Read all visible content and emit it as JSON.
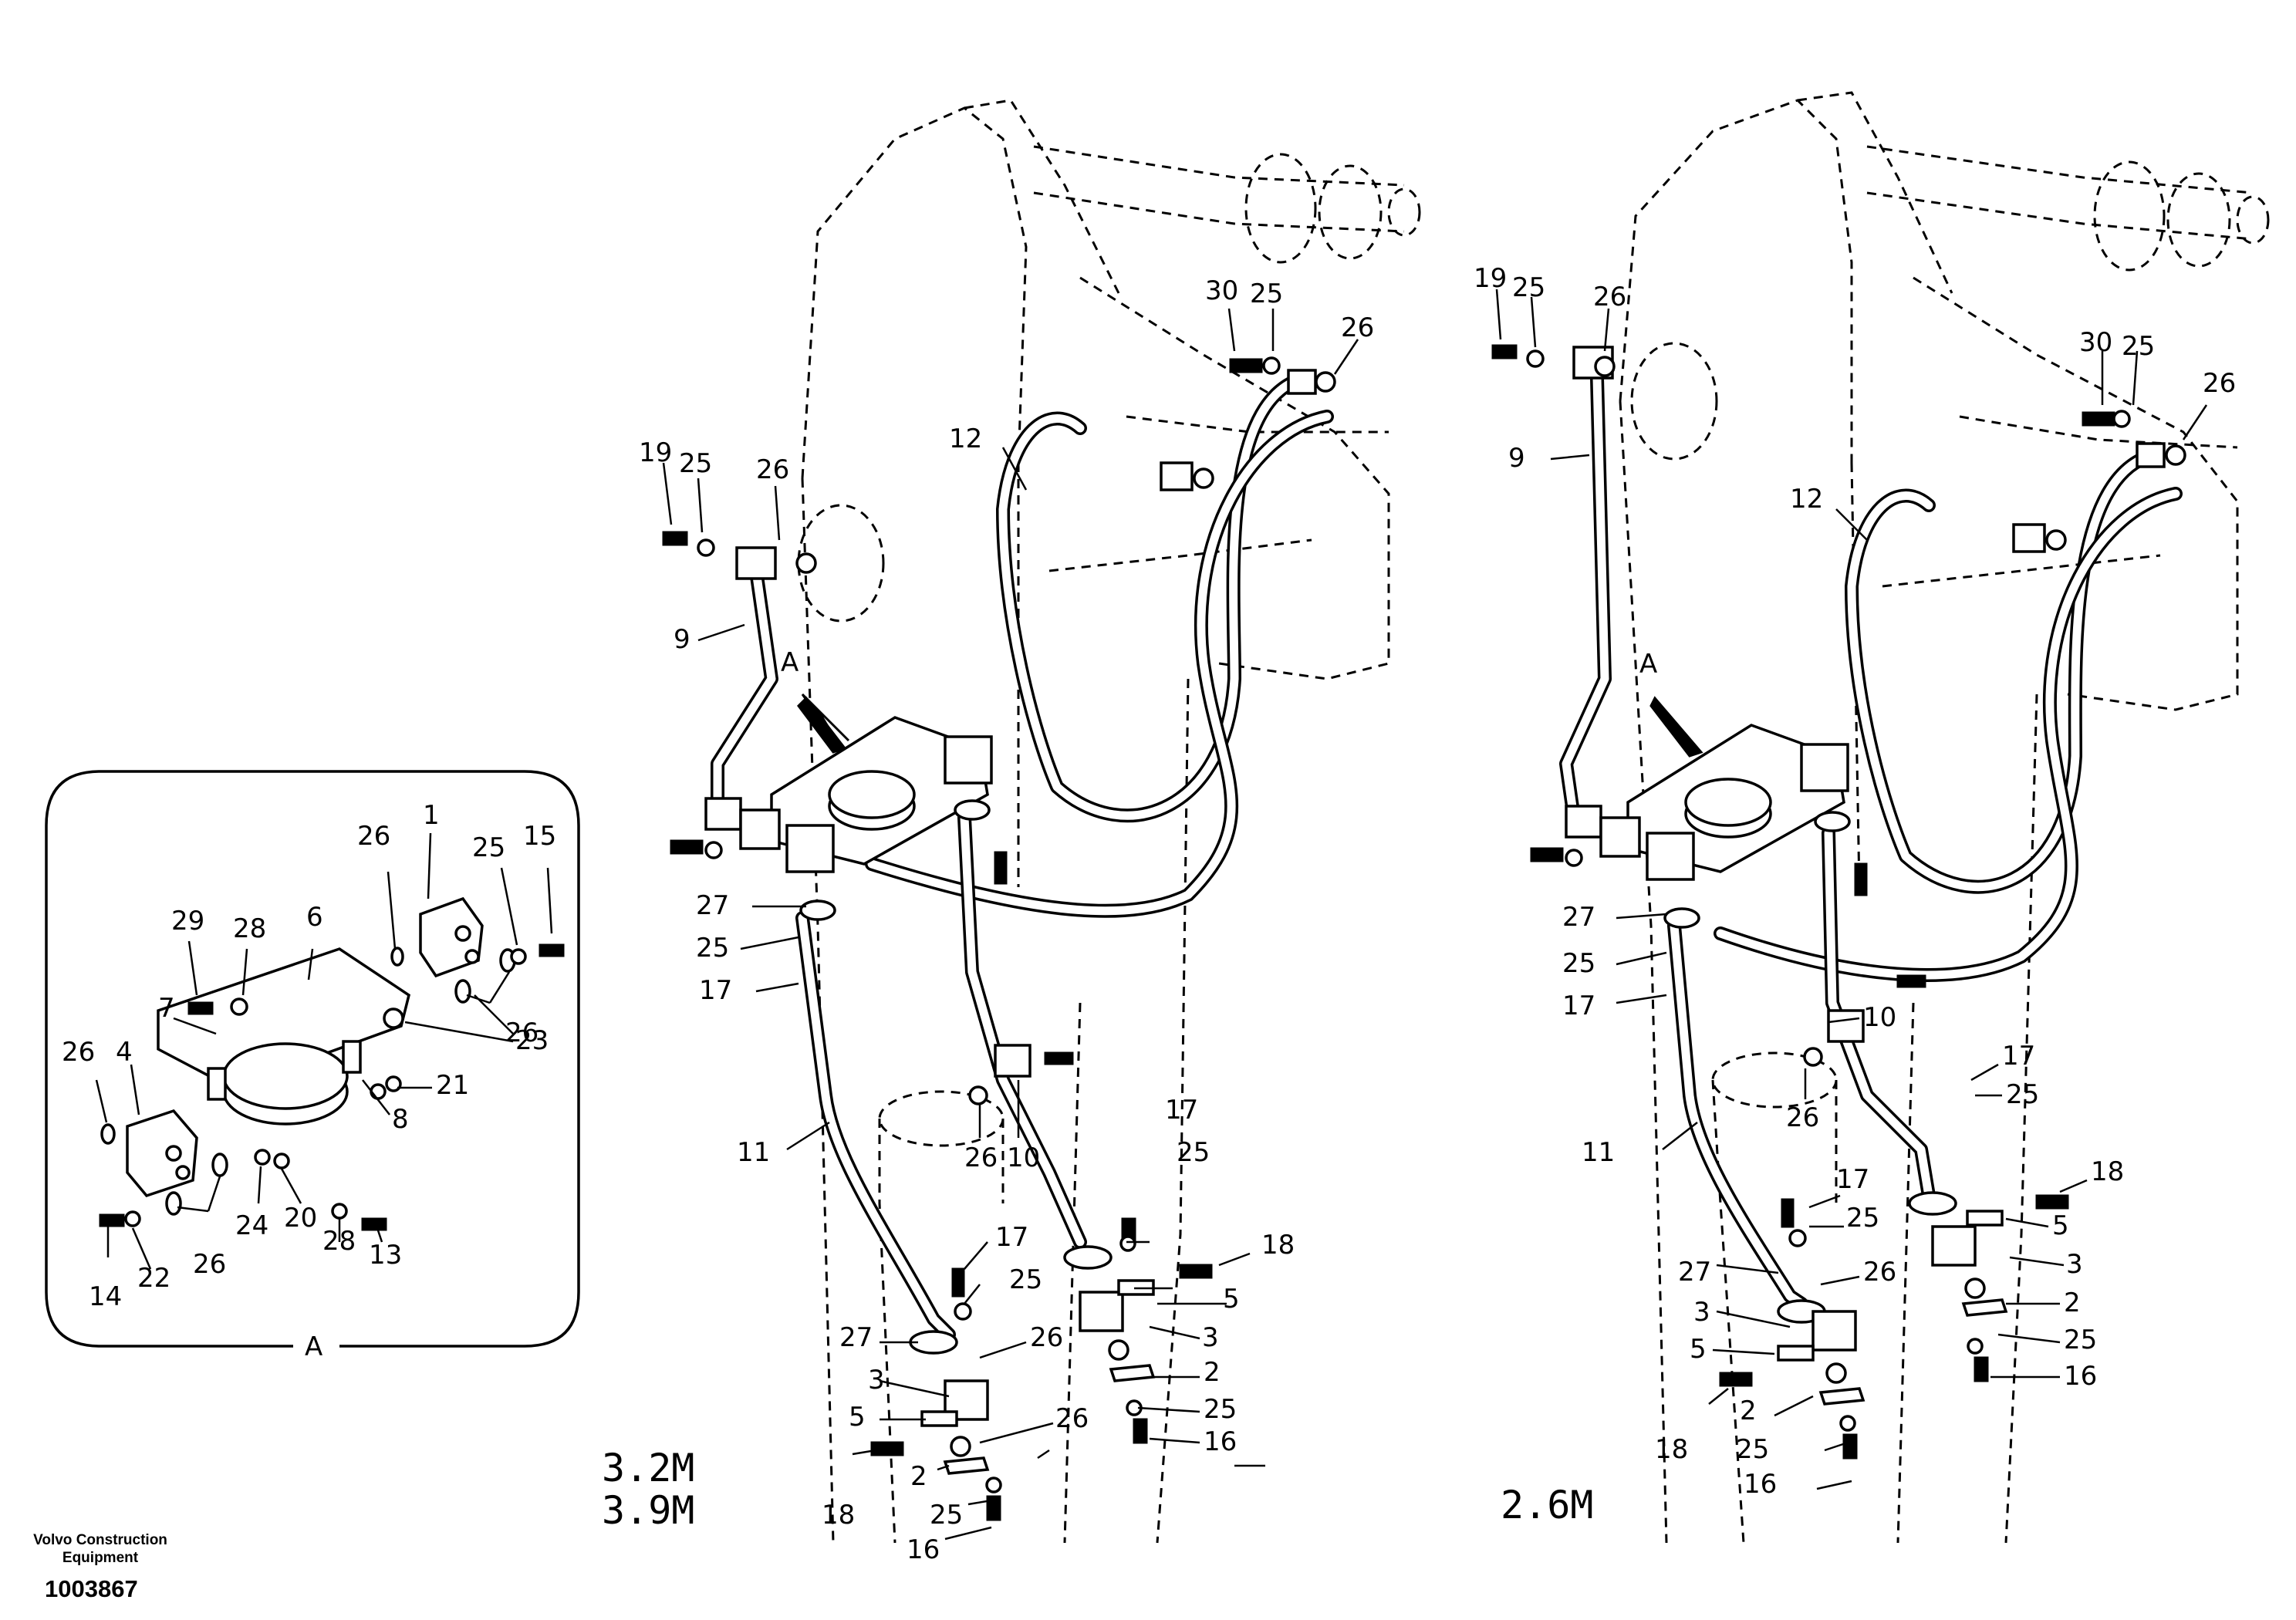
{
  "figure": {
    "left_variant": {
      "sizes": [
        "3.2M",
        "3.9M"
      ],
      "labels": [
        "19",
        "25",
        "26",
        "9",
        "A",
        "30",
        "25",
        "26",
        "12",
        "27",
        "25",
        "17",
        "11",
        "26",
        "10",
        "17",
        "25",
        "18",
        "5",
        "3",
        "17",
        "25",
        "27",
        "26",
        "3",
        "5",
        "2",
        "26",
        "18",
        "25",
        "16",
        "2",
        "25",
        "16"
      ]
    },
    "right_variant": {
      "sizes": [
        "2.6M"
      ],
      "labels": [
        "19",
        "25",
        "26",
        "9",
        "30",
        "25",
        "26",
        "12",
        "A",
        "27",
        "25",
        "17",
        "10",
        "26",
        "11",
        "17",
        "25",
        "27",
        "26",
        "17",
        "25",
        "3",
        "5",
        "18",
        "2",
        "25",
        "16",
        "18",
        "5",
        "3",
        "2",
        "25",
        "16"
      ]
    },
    "detail": {
      "title": "A",
      "labels": [
        "26",
        "1",
        "25",
        "15",
        "29",
        "28",
        "6",
        "7",
        "26",
        "4",
        "23",
        "21",
        "8",
        "26",
        "24",
        "20",
        "28",
        "13",
        "14",
        "22",
        "26"
      ]
    }
  },
  "footer": {
    "company_line1": "Volvo Construction",
    "company_line2": "Equipment",
    "doc_number": "1003867"
  }
}
